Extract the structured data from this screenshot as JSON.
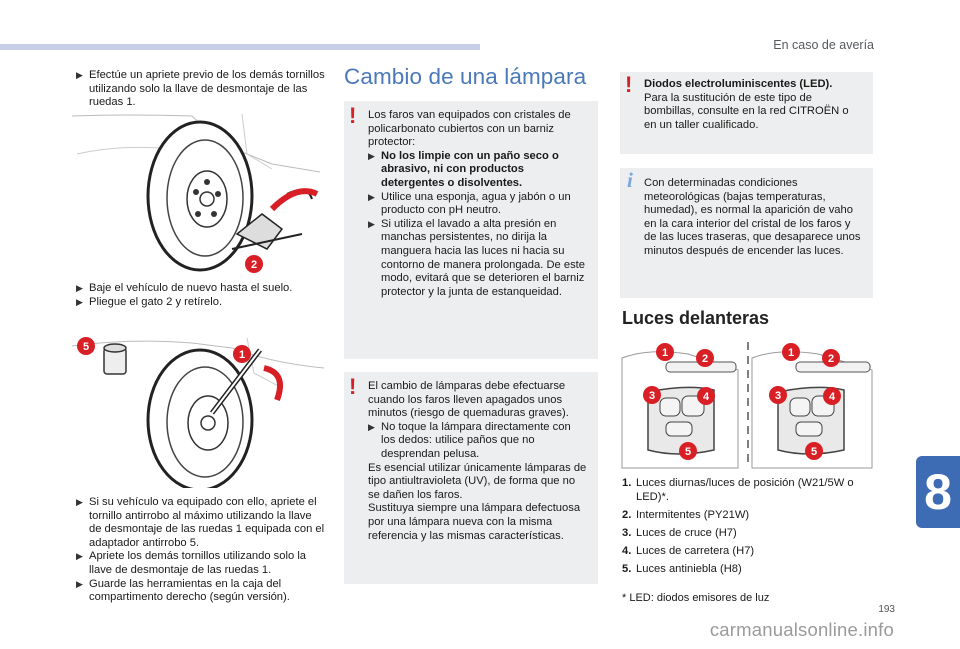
{
  "header": {
    "section": "En caso de avería"
  },
  "left": {
    "step1": "Efectúe un apriete previo de los demás tornillos utilizando solo la llave de desmontaje de las ruedas 1.",
    "step2a": "Baje el vehículo de nuevo hasta el suelo.",
    "step2b": "Pliegue el gato 2 y retírelo.",
    "fig1_labels": {
      "jack": "2"
    },
    "fig2_labels": {
      "wrench": "1",
      "adapter": "5"
    },
    "step3a": "Si su vehículo va equipado con ello, apriete el tornillo antirrobo al máximo utilizando la llave de desmontaje de las ruedas 1 equipada con el adaptador antirrobo 5.",
    "step3b": "Apriete los demás tornillos utilizando solo la llave de desmontaje de las ruedas 1.",
    "step3c": "Guarde las herramientas en la caja del compartimento derecho (según versión)."
  },
  "middle": {
    "title": "Cambio de una lámpara",
    "warn1_intro": "Los faros van equipados con cristales de policarbonato cubiertos con un barniz protector:",
    "warn1_b1": "No los limpie con un paño seco o abrasivo, ni con productos detergentes o disolventes.",
    "warn1_b2": "Utilice una esponja, agua y jabón o un producto con pH neutro.",
    "warn1_b3": "Si utiliza el lavado a alta presión en manchas persistentes, no dirija la manguera hacia las luces ni hacia su contorno de manera prolongada. De este modo, evitará que se deterioren el barniz protector y la junta de estanqueidad.",
    "warn2_intro": "El cambio de lámparas debe efectuarse cuando los faros lleven apagados unos minutos (riesgo de quemaduras graves).",
    "warn2_b1": "No toque la lámpara directamente con los dedos: utilice paños que no desprendan pelusa.",
    "warn2_p2": "Es esencial utilizar únicamente lámparas de tipo antiultravioleta (UV), de forma que no se dañen los faros.",
    "warn2_p3": "Sustituya siempre una lámpara defectuosa por una lámpara nueva con la misma referencia y las mismas características."
  },
  "right": {
    "led_title": "Diodos electroluminiscentes (LED).",
    "led_text": "Para la sustitución de este tipo de bombillas, consulte en la red CITROËN o en un taller cualificado.",
    "info_text": "Con determinadas condiciones meteorológicas (bajas temperaturas, humedad), es normal la aparición de vaho en la cara interior del cristal de los faros y de las luces traseras, que desaparece unos minutos después de encender las luces.",
    "subtitle": "Luces delanteras",
    "fig_labels": [
      "1",
      "2",
      "3",
      "4",
      "5"
    ],
    "items": [
      {
        "num": "1.",
        "label": "Luces diurnas/luces de posición (W21/5W o LED)*."
      },
      {
        "num": "2.",
        "label": "Intermitentes (PY21W)"
      },
      {
        "num": "3.",
        "label": "Luces de cruce (H7)"
      },
      {
        "num": "4.",
        "label": "Luces de carretera (H7)"
      },
      {
        "num": "5.",
        "label": "Luces antiniebla (H8)"
      }
    ],
    "footnote": "*   LED: diodos emisores de luz"
  },
  "page": {
    "chapter": "8",
    "number": "193",
    "watermark": "carmanualsonline.info"
  },
  "icons": {
    "bullet": "triangle-bullet-icon",
    "warning": "exclamation-warning-icon",
    "info": "info-i-icon"
  },
  "colors": {
    "title_blue": "#4b79b8",
    "badge_red": "#d91f26",
    "box_gray": "#eceeef",
    "tab_blue": "#3d6bb4"
  }
}
